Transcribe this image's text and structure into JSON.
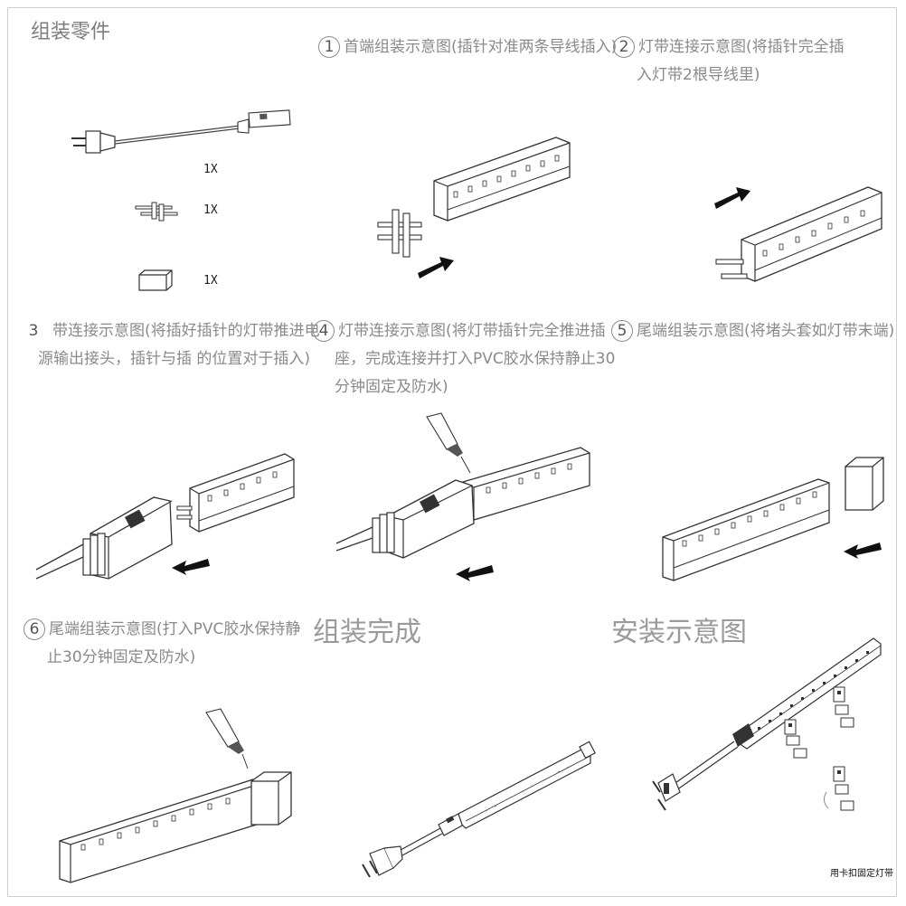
{
  "parts": {
    "title": "组装零件",
    "qty1": "1X",
    "qty2": "1X",
    "qty3": "1X"
  },
  "steps": [
    {
      "num": "1",
      "text": "首端组装示意图(插针对准两条导线插入)"
    },
    {
      "num": "2",
      "text_line1": "灯带连接示意图(将插针完全插",
      "text_line2": "入灯带2根导线里)"
    },
    {
      "num": "3",
      "text_line1": "带连接示意图(将插好插针的灯带推进电",
      "text_line2": "源输出接头，插针与插  的位置对于插入)"
    },
    {
      "num": "4",
      "text_line1": "灯带连接示意图(将灯带插针完全推进插",
      "text_line2": "座，完成连接并打入PVC胶水保持静止30",
      "text_line3": "分钟固定及防水)"
    },
    {
      "num": "5",
      "text": "尾端组装示意图(将堵头套如灯带末端)"
    },
    {
      "num": "6",
      "text_line1": "尾端组装示意图(打入PVC胶水保持静",
      "text_line2": "止30分钟固定及防水)"
    }
  ],
  "assembled": {
    "title": "组装完成"
  },
  "install": {
    "title": "安装示意图",
    "caption": "用卡扣固定灯带"
  }
}
